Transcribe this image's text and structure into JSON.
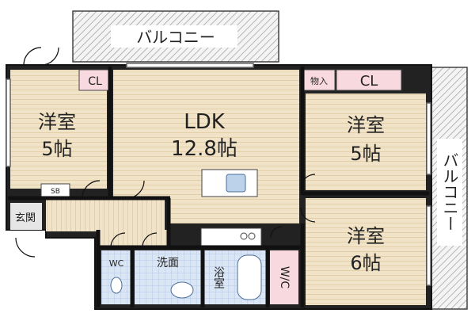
{
  "rooms": {
    "balcony_top": "バルコニー",
    "balcony_right": "バルコニー",
    "western_left": {
      "name": "洋室",
      "size": "5帖"
    },
    "ldk": {
      "name": "LDK",
      "size": "12.8帖"
    },
    "western_right_top": {
      "name": "洋室",
      "size": "5帖"
    },
    "western_right_bottom": {
      "name": "洋室",
      "size": "6帖"
    },
    "cl_left": "CL",
    "cl_right": "CL",
    "storage": "物入",
    "shoe_box": "SB",
    "entrance": "玄関",
    "wc": "WC",
    "washroom": "洗面",
    "bath": "浴室",
    "walk_in_closet": "W/C"
  },
  "colors": {
    "wall": "#111111",
    "floor_wood": "#f1e3c8",
    "floor_wood_line": "#e2cfa8",
    "tile_blue": "#dbe6f5",
    "closet_pink": "#f8d9df",
    "balcony_hatch": "#9a9a9a",
    "ldk_floor": "#f4e6cc"
  }
}
